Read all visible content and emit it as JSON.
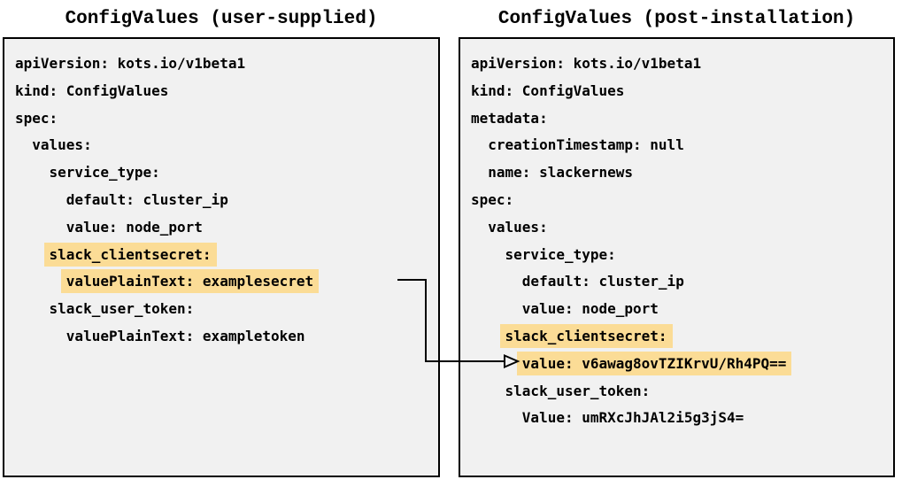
{
  "diagram": {
    "panels": [
      {
        "title": "ConfigValues (user-supplied)",
        "lines": [
          {
            "indent": 0,
            "text": "apiVersion: kots.io/v1beta1",
            "highlight": false
          },
          {
            "indent": 0,
            "text": "kind: ConfigValues",
            "highlight": false
          },
          {
            "indent": 0,
            "text": "spec:",
            "highlight": false
          },
          {
            "indent": 2,
            "text": "values:",
            "highlight": false
          },
          {
            "indent": 4,
            "text": "service_type:",
            "highlight": false
          },
          {
            "indent": 6,
            "text": "default: cluster_ip",
            "highlight": false
          },
          {
            "indent": 6,
            "text": "value: node_port",
            "highlight": false
          },
          {
            "indent": 4,
            "text": "slack_clientsecret:",
            "highlight": true
          },
          {
            "indent": 6,
            "text": "valuePlainText: examplesecret",
            "highlight": true
          },
          {
            "indent": 4,
            "text": "slack_user_token:",
            "highlight": false
          },
          {
            "indent": 6,
            "text": "valuePlainText: exampletoken",
            "highlight": false
          }
        ]
      },
      {
        "title": "ConfigValues (post-installation)",
        "lines": [
          {
            "indent": 0,
            "text": "apiVersion: kots.io/v1beta1",
            "highlight": false
          },
          {
            "indent": 0,
            "text": "kind: ConfigValues",
            "highlight": false
          },
          {
            "indent": 0,
            "text": "metadata:",
            "highlight": false
          },
          {
            "indent": 2,
            "text": "creationTimestamp: null",
            "highlight": false
          },
          {
            "indent": 2,
            "text": "name: slackernews",
            "highlight": false
          },
          {
            "indent": 0,
            "text": "spec:",
            "highlight": false
          },
          {
            "indent": 2,
            "text": "values:",
            "highlight": false
          },
          {
            "indent": 4,
            "text": "service_type:",
            "highlight": false
          },
          {
            "indent": 6,
            "text": "default: cluster_ip",
            "highlight": false
          },
          {
            "indent": 6,
            "text": "value: node_port",
            "highlight": false
          },
          {
            "indent": 4,
            "text": "slack_clientsecret:",
            "highlight": true
          },
          {
            "indent": 6,
            "text": "value: v6awag8ovTZIKrvU/Rh4PQ==",
            "highlight": true
          },
          {
            "indent": 4,
            "text": "slack_user_token:",
            "highlight": false
          },
          {
            "indent": 6,
            "text": "Value: umRXcJhJAl2i5g3jS4=",
            "highlight": false
          }
        ]
      }
    ],
    "arrow": {
      "from_text": "valuePlainText: examplesecret",
      "to_text": "value: v6awag8ovTZIKrvU/Rh4PQ=="
    },
    "colors": {
      "highlight": "#fbdc96",
      "panel_bg": "#f1f1f1",
      "border": "#000000",
      "text": "#000000",
      "arrow": "#000000",
      "page_bg": "#ffffff"
    }
  }
}
